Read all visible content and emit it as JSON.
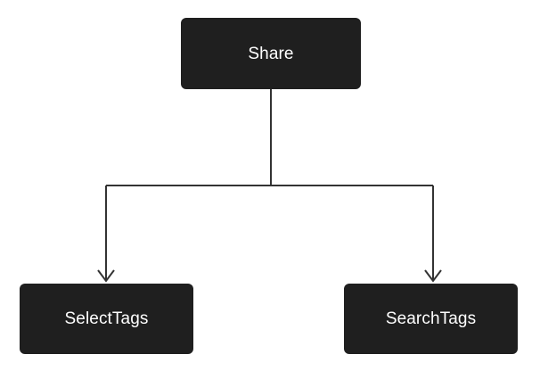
{
  "diagram": {
    "type": "flowchart",
    "orientation": "top-down",
    "background_color": "#ffffff",
    "node_fill_color": "#1f1f1f",
    "node_text_color": "#ffffff",
    "edge_color": "#333333",
    "nodes": [
      {
        "id": "share",
        "label": "Share",
        "role": "root"
      },
      {
        "id": "select",
        "label": "SelectTags",
        "role": "leaf"
      },
      {
        "id": "search",
        "label": "SearchTags",
        "role": "leaf"
      }
    ],
    "edges": [
      {
        "from": "share",
        "to": "select",
        "arrowhead": "open-v"
      },
      {
        "from": "share",
        "to": "search",
        "arrowhead": "open-v"
      }
    ]
  }
}
